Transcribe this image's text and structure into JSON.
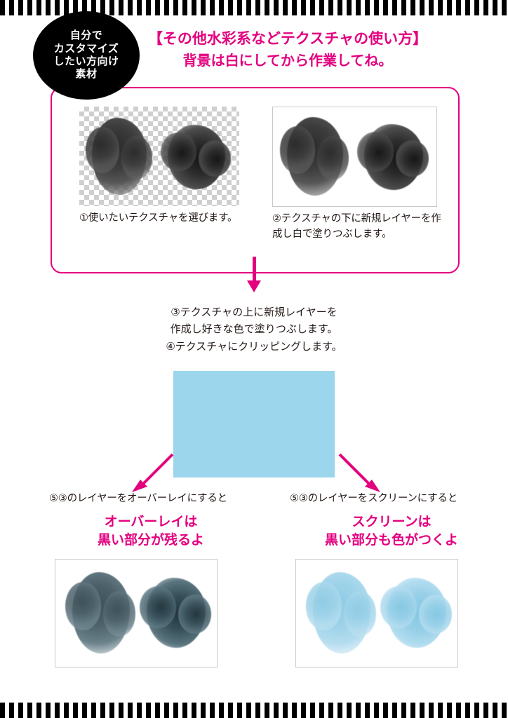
{
  "decor": {
    "stripe_top": "striped-bar-top",
    "stripe_bottom": "striped-bar-bottom",
    "pink": "#e3007f",
    "blue_fill": "#9bd6ec"
  },
  "badge": {
    "lines": [
      "自分で",
      "カスタマイズ",
      "したい方向け",
      "素材"
    ]
  },
  "heading": {
    "line1": "【その他水彩系などテクスチャの使い方】",
    "line2": "背景は白にしてから作業してね。"
  },
  "steps_top": [
    {
      "id": "step-1",
      "caption": "①使いたいテクスチャを選びます。",
      "image_kind": "checkerboard-transparent-texture"
    },
    {
      "id": "step-2",
      "caption": "②テクスチャの下に新規レイヤーを作成し白で塗りつぶします。",
      "image_kind": "white-background-texture"
    }
  ],
  "steps_mid": {
    "line3": "③テクスチャの上に新規レイヤーを",
    "line3b": "作成し好きな色で塗りつぶします。",
    "line4": "④テクスチャにクリッピングします。"
  },
  "results": [
    {
      "id": "result-overlay",
      "note": "⑤③のレイヤーをオーバーレイにすると",
      "emph_line1": "オーバーレイは",
      "emph_line2": "黒い部分が残るよ",
      "image_kind": "overlay-result-dark-slate"
    },
    {
      "id": "result-screen",
      "note": "⑤③のレイヤーをスクリーンにすると",
      "emph_line1": "スクリーンは",
      "emph_line2": "黒い部分も色がつくよ",
      "image_kind": "screen-result-light-blue"
    }
  ]
}
